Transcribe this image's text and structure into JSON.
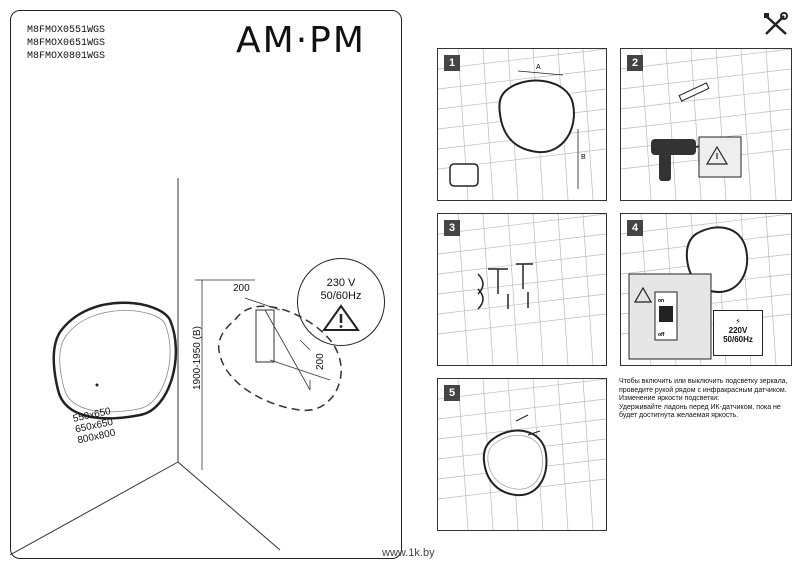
{
  "models": [
    "M8FMOX0551WGS",
    "M8FMOX0651WGS",
    "M8FMOX0801WGS"
  ],
  "logo": "AM.PM",
  "sizes": [
    "550x650",
    "650x650",
    "800x800"
  ],
  "mount_height": "1900-1950 (В)",
  "dim_a": "200",
  "dim_b": "200",
  "power": {
    "voltage": "230 V",
    "frequency": "50/60Hz"
  },
  "steps": [
    "1",
    "2",
    "3",
    "4",
    "5"
  ],
  "step4_power": {
    "voltage": "220V",
    "frequency": "50/60Hz",
    "switch_on": "on",
    "switch_off": "off"
  },
  "note": {
    "line1": "Чтобы включить или выключить подсветку зеркала, проведите рукой рядом с инфракрасным датчиком.",
    "line2": "Изменение яркости подсветки:",
    "line3": "Удерживайте ладонь перед ИК-датчиком, пока не будет достигнута желаемая яркость."
  },
  "footer": "www.1k.by",
  "icons": [
    "tools-icon",
    "warning-icon",
    "bolt-icon",
    "drill-icon",
    "tape-measure-icon",
    "switch-icon"
  ]
}
